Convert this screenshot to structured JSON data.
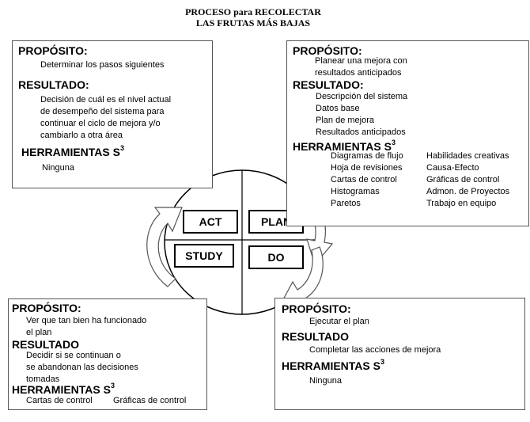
{
  "title": {
    "line1": "PROCESO para RECOLECTAR",
    "line2": "LAS FRUTAS MÁS BAJAS"
  },
  "labels": {
    "purpose": "PROPÓSITO:",
    "result_colon": "RESULTADO:",
    "result": "RESULTADO",
    "tools": "HERRAMIENTAS S",
    "tools_sup": "3"
  },
  "act": {
    "stage": "ACT",
    "purpose": "Determinar los pasos siguientes",
    "result": [
      "Decisión de cuál es el nivel actual",
      "de desempeño del sistema para",
      "continuar el ciclo de mejora y/o",
      "cambiarlo a otra área"
    ],
    "tools": "Ninguna"
  },
  "plan": {
    "stage": "PLAN",
    "purpose": [
      "Planear una mejora con",
      "resultados anticipados"
    ],
    "result": [
      "Descripción del sistema",
      "Datos base",
      "Plan de mejora",
      "Resultados anticipados"
    ],
    "tools_col1": [
      "Diagramas de flujo",
      "Hoja de revisiones",
      "Cartas de control",
      "Histogramas",
      "Paretos"
    ],
    "tools_col2": [
      "Habilidades creativas",
      "Causa-Efecto",
      "Gráficas de control",
      "Admon. de Proyectos",
      "Trabajo en equipo"
    ]
  },
  "study": {
    "stage": "STUDY",
    "purpose": [
      "Ver que tan bien ha funcionado",
      "el plan"
    ],
    "result": [
      "Decidir si se continuan o",
      "se abandonan las decisiones",
      "tomadas"
    ],
    "tools": [
      "Cartas de control",
      "Gráficas de control"
    ]
  },
  "do": {
    "stage": "DO",
    "purpose": "Ejecutar el plan",
    "result": "Completar las acciones de mejora",
    "tools": "Ninguna"
  }
}
